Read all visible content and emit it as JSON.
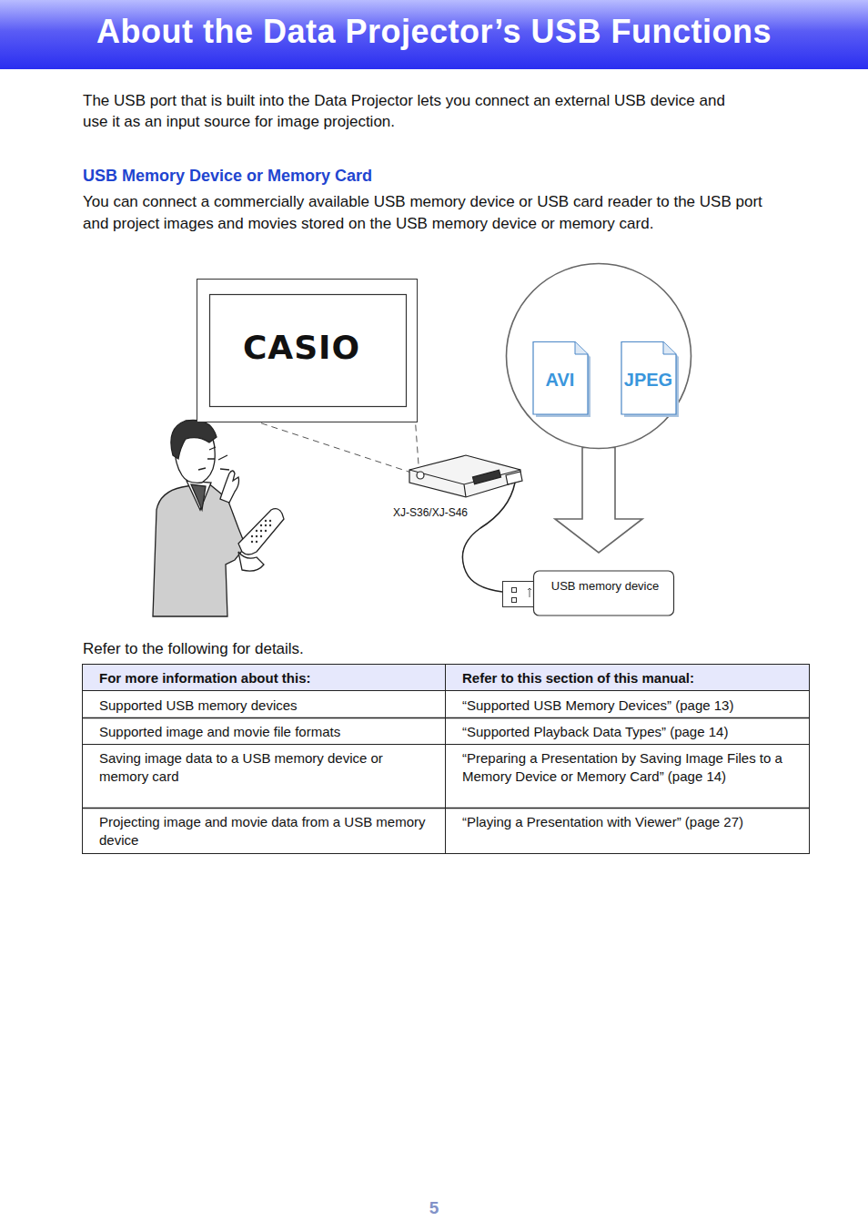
{
  "diagram": {
    "title": "About the Data Projector’s USB Functions",
    "nodes": [
      {
        "text": [
          "CASIO"
        ]
      },
      {
        "text": []
      },
      {
        "text": [
          "AVI"
        ],
        "in": 1
      },
      {
        "text": [
          "JPEG"
        ],
        "in": 1
      },
      {
        "text": [
          "USB memory device"
        ]
      }
    ],
    "edges": [
      {
        "from": 1,
        "to": 4,
        "arrow": "to"
      }
    ],
    "labels": [
      "The USB port that is built into the Data Projector lets you connect an external USB device and use it as an input source for image projection.",
      "USB Memory Device or Memory Card",
      "You can connect a commercially available USB memory device or USB card reader to the USB port and project images and movies stored on the USB memory device or memory card.",
      "®",
      "XJ-S36/XJ-S46",
      "Refer to the following for details.",
      "For more information about this:",
      "Refer to this section of this manual:",
      "Supported USB memory devices",
      "“Supported USB Memory Devices” (page 13)",
      "Supported image and movie file formats",
      "“Supported Playback Data Types” (page 14)",
      "Saving image data to a USB memory device or memory card",
      "“Preparing a Presentation by Saving Image Files to a Memory Device or Memory Card” (page 14)",
      "Projecting image and movie data from a USB memory device",
      "“Playing a Presentation with Viewer” (page 27)",
      "5"
    ]
  }
}
